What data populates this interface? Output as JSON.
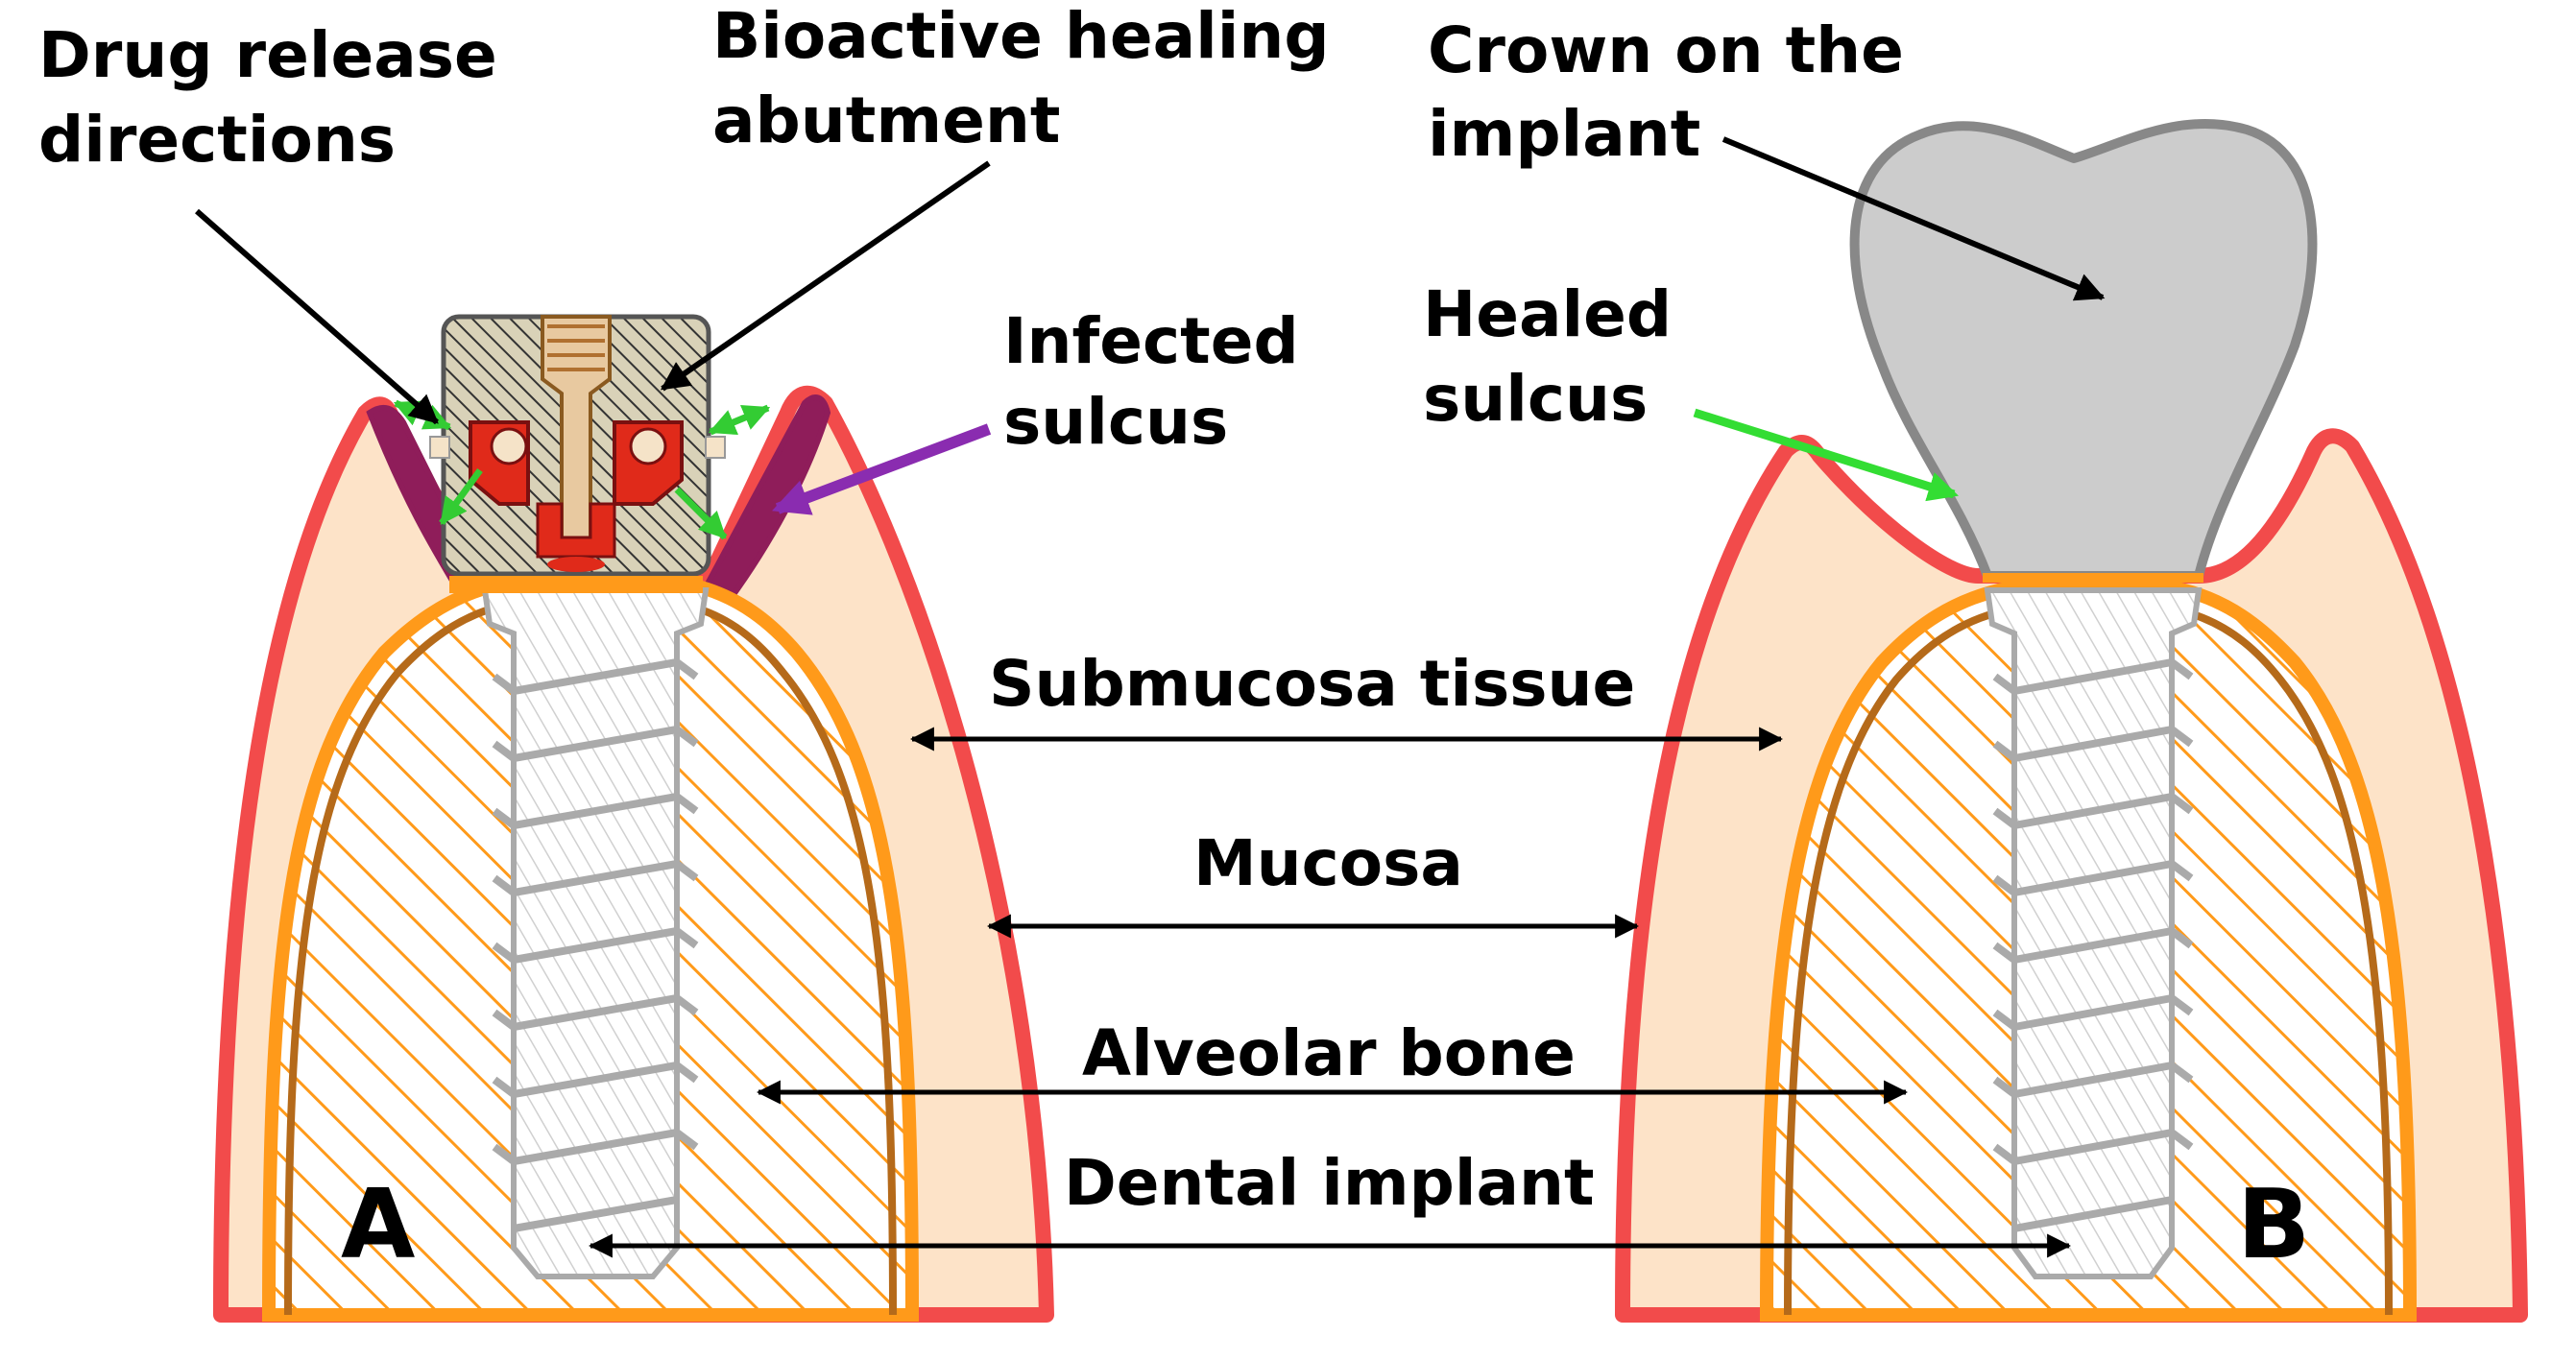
{
  "labels": {
    "drug_release_1": "Drug release",
    "drug_release_2": "directions",
    "bioactive_1": "Bioactive healing",
    "bioactive_2": "abutment",
    "infected_1": "Infected",
    "infected_2": "sulcus",
    "crown_1": "Crown on the",
    "crown_2": "implant",
    "healed_1": "Healed",
    "healed_2": "sulcus",
    "submucosa": "Submucosa tissue",
    "mucosa": "Mucosa",
    "alveolar": "Alveolar bone",
    "implant": "Dental implant",
    "panel_a": "A",
    "panel_b": "B"
  },
  "colors": {
    "mucosa": "#f24b4b",
    "submucosa": "#fde3c8",
    "bone_outline": "#ff9a1a",
    "bone_inner": "#b56a1a",
    "bone_hatch": "#ff9a1a",
    "implant": "#b8b8b8",
    "crown": "#cccccc",
    "infected": "#8f1d5a",
    "release_arrow": "#33cc33",
    "infected_arrow": "#8a2cb0",
    "healed_arrow": "#33dd33",
    "abutment_red": "#e02a1a"
  }
}
